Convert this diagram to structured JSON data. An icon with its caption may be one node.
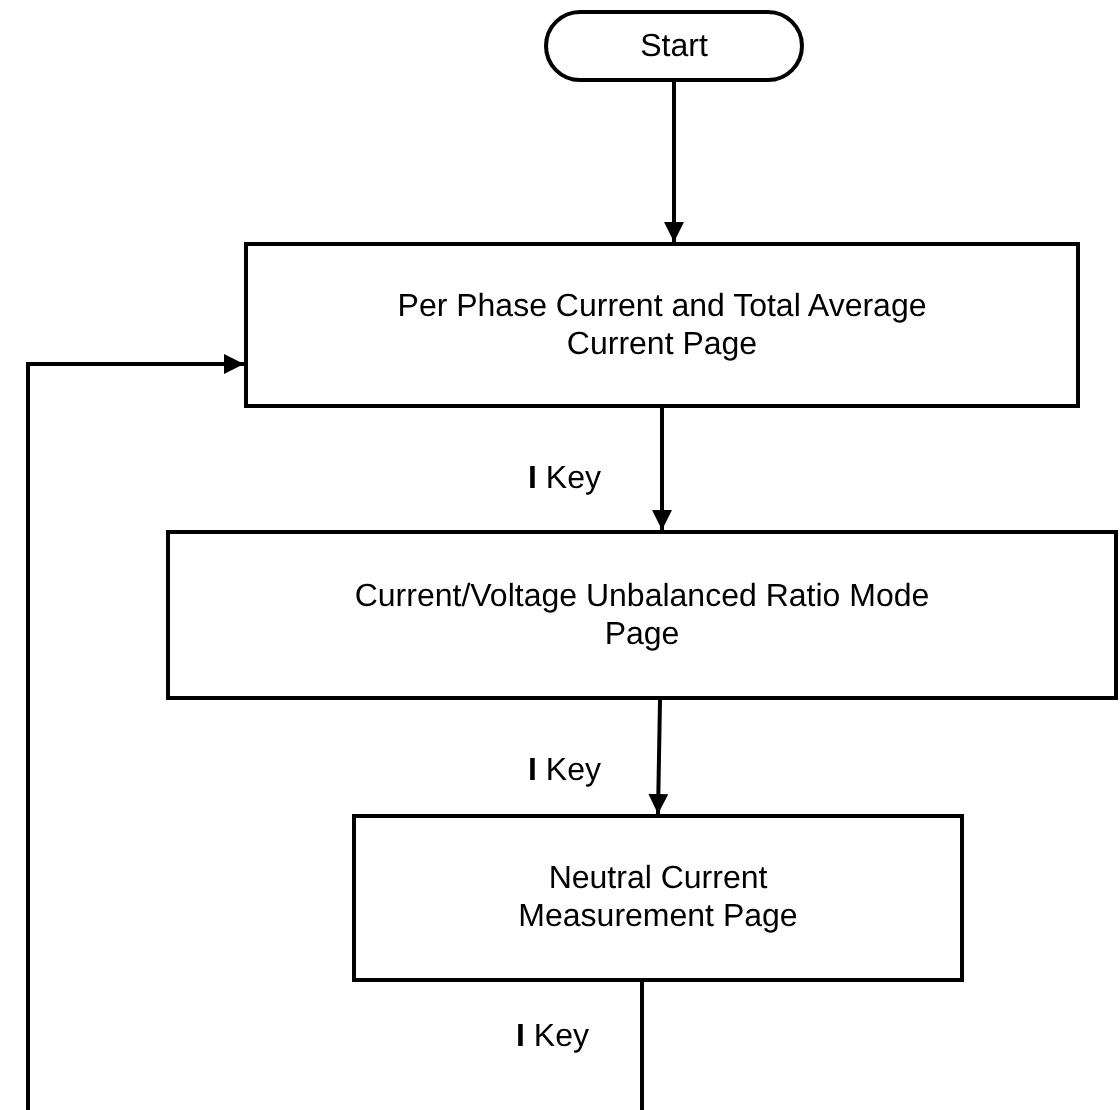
{
  "diagram": {
    "nodes": [
      {
        "text": [
          "Start"
        ]
      },
      {
        "text": [
          "Per Phase Current and Total Average Current Page"
        ]
      },
      {
        "text": [
          "Current/Voltage Unbalanced Ratio Mode Page"
        ]
      },
      {
        "text": [
          "Neutral Current Measurement Page"
        ]
      }
    ],
    "edges": [
      {
        "from": 0,
        "to": 1,
        "arrow": "to"
      },
      {
        "from": 1,
        "to": 2,
        "arrow": "to",
        "label": "**I** Key"
      },
      {
        "from": 2,
        "to": 3,
        "arrow": "to",
        "label": "**I** Key"
      },
      {
        "from": 3,
        "to": null,
        "arrow": "none",
        "label": "**I** Key"
      },
      {
        "from": null,
        "to": 1,
        "arrow": "to"
      }
    ]
  }
}
